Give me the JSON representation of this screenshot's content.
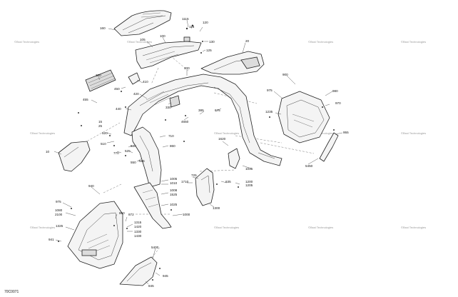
{
  "diagram": {
    "code": "70C0071",
    "watermark": "©Bsst Technologies",
    "callouts": [
      {
        "id": "c160",
        "text": "160"
      },
      {
        "id": "c1115",
        "text": "1115"
      },
      {
        "id": "c116",
        "text": "116"
      },
      {
        "id": "c120",
        "text": "120"
      },
      {
        "id": "c105",
        "text": "105"
      },
      {
        "id": "c100",
        "text": "100"
      },
      {
        "id": "c130",
        "text": "130"
      },
      {
        "id": "c125",
        "text": "125"
      },
      {
        "id": "c20",
        "text": "20"
      },
      {
        "id": "c320",
        "text": "320"
      },
      {
        "id": "c400",
        "text": "400"
      },
      {
        "id": "c410",
        "text": "410"
      },
      {
        "id": "c450",
        "text": "450"
      },
      {
        "id": "c420",
        "text": "420"
      },
      {
        "id": "c455",
        "text": "455"
      },
      {
        "id": "c440",
        "text": "440"
      },
      {
        "id": "c330",
        "text": "330"
      },
      {
        "id": "c4650",
        "text": "4650"
      },
      {
        "id": "c385",
        "text": "385"
      },
      {
        "id": "c675",
        "text": "675"
      },
      {
        "id": "c15",
        "text": "15"
      },
      {
        "id": "c25",
        "text": "25"
      },
      {
        "id": "c10",
        "text": "10"
      },
      {
        "id": "c510",
        "text": "510"
      },
      {
        "id": "c520",
        "text": "520"
      },
      {
        "id": "c530",
        "text": "530"
      },
      {
        "id": "c710",
        "text": "710"
      },
      {
        "id": "c770",
        "text": "770"
      },
      {
        "id": "c525",
        "text": "525"
      },
      {
        "id": "c550",
        "text": "550"
      },
      {
        "id": "c555",
        "text": "555"
      },
      {
        "id": "c860",
        "text": "860"
      },
      {
        "id": "c1620",
        "text": "1620"
      },
      {
        "id": "c900",
        "text": "900"
      },
      {
        "id": "c975",
        "text": "975"
      },
      {
        "id": "c980",
        "text": "980"
      },
      {
        "id": "c970",
        "text": "970"
      },
      {
        "id": "c1235",
        "text": "1235"
      },
      {
        "id": "c955",
        "text": "955"
      },
      {
        "id": "c5450",
        "text": "5450"
      },
      {
        "id": "c1035",
        "text": "1035"
      },
      {
        "id": "c1005",
        "text": "1005"
      },
      {
        "id": "c1010",
        "text": "1010"
      },
      {
        "id": "c725",
        "text": "725"
      },
      {
        "id": "c1710",
        "text": "1710"
      },
      {
        "id": "c635",
        "text": "635"
      },
      {
        "id": "c1200",
        "text": "1200"
      },
      {
        "id": "c1205",
        "text": "1205"
      },
      {
        "id": "c1008",
        "text": "1008"
      },
      {
        "id": "c1525",
        "text": "1525"
      },
      {
        "id": "c1300",
        "text": "1300"
      },
      {
        "id": "c1000",
        "text": "1000"
      },
      {
        "id": "c1025",
        "text": "1025"
      },
      {
        "id": "c940",
        "text": "940"
      },
      {
        "id": "c975b",
        "text": "975"
      },
      {
        "id": "c1080",
        "text": "1080"
      },
      {
        "id": "c2100",
        "text": "2100"
      },
      {
        "id": "c860b",
        "text": "860"
      },
      {
        "id": "c872",
        "text": "872"
      },
      {
        "id": "c1315",
        "text": "1315"
      },
      {
        "id": "c1420",
        "text": "1420"
      },
      {
        "id": "c1330",
        "text": "1330"
      },
      {
        "id": "c1430",
        "text": "1430"
      },
      {
        "id": "c1325",
        "text": "1325"
      },
      {
        "id": "c941",
        "text": "941"
      },
      {
        "id": "c5400",
        "text": "5400"
      },
      {
        "id": "c945",
        "text": "945"
      },
      {
        "id": "c845",
        "text": "845"
      }
    ]
  }
}
